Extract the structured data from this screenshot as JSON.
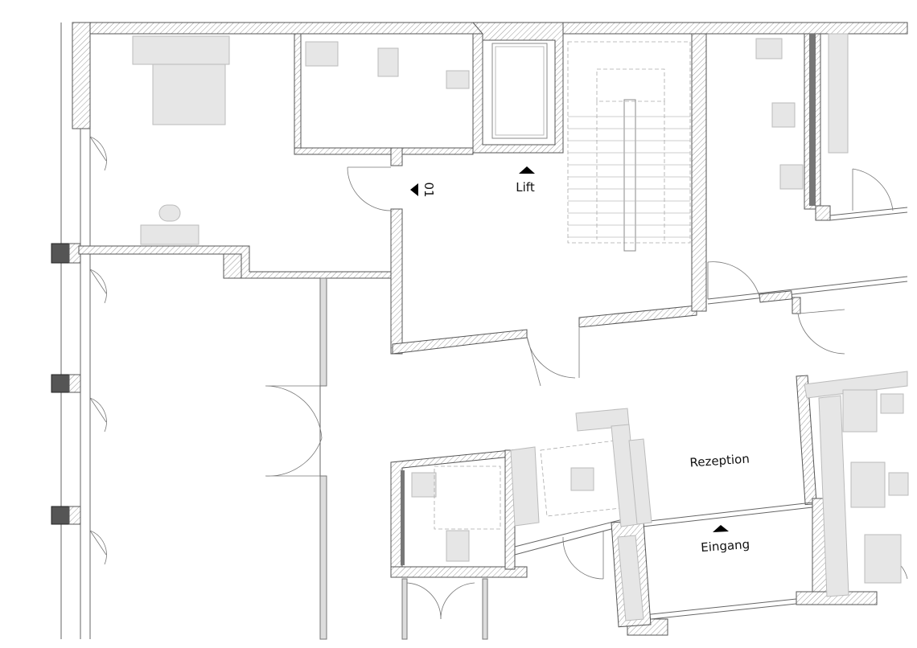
{
  "plan": {
    "labels": {
      "lift": "Lift",
      "section_marker": "01",
      "reception": "Rezeption",
      "entrance": "Eingang"
    },
    "colors": {
      "wall_stroke": "#555555",
      "furniture": "#e6e6e6",
      "marker": "#000000"
    }
  }
}
